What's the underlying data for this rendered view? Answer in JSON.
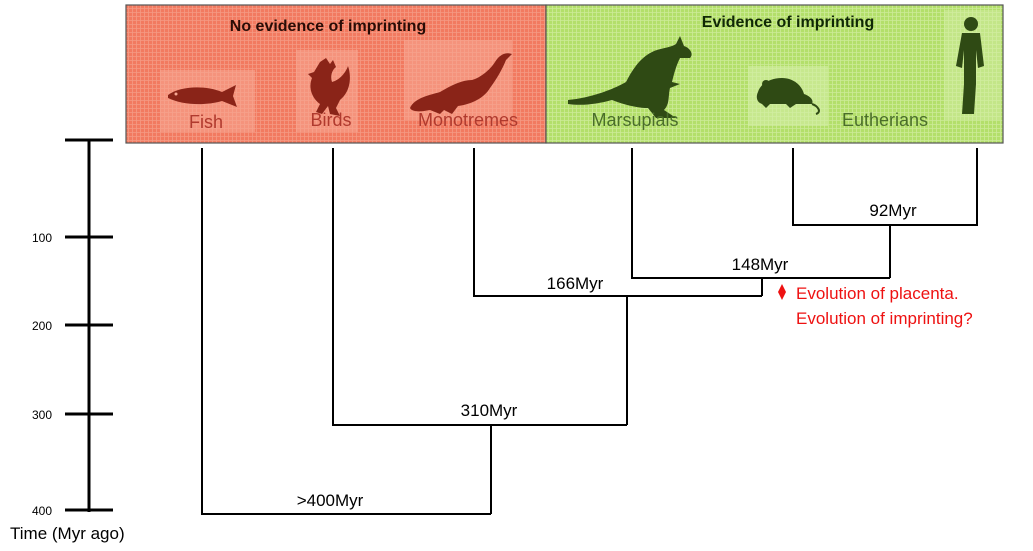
{
  "groups": {
    "no_imprinting": {
      "title": "No evidence of imprinting",
      "color": "#f2765c"
    },
    "imprinting": {
      "title": "Evidence of imprinting",
      "color": "#b5e16a"
    }
  },
  "taxa": {
    "fish": {
      "label": "Fish",
      "icon": "fish-icon"
    },
    "birds": {
      "label": "Birds",
      "icon": "rooster-icon"
    },
    "monotremes": {
      "label": "Monotremes",
      "icon": "platypus-icon"
    },
    "marsupials": {
      "label": "Marsupials",
      "icon": "kangaroo-icon"
    },
    "eutherians": {
      "label": "Eutherians",
      "icons": [
        "mouse-icon",
        "human-icon"
      ]
    }
  },
  "nodes": {
    "n92": {
      "label": "92Myr",
      "time": 92
    },
    "n148": {
      "label": "148Myr",
      "time": 148
    },
    "n166": {
      "label": "166Myr",
      "time": 166
    },
    "n310": {
      "label": "310Myr",
      "time": 310
    },
    "n400": {
      "label": ">400Myr",
      "time": 400
    }
  },
  "axis": {
    "title": "Time (Myr ago)",
    "ticks": [
      {
        "value": 100,
        "label": "100"
      },
      {
        "value": 200,
        "label": "200"
      },
      {
        "value": 300,
        "label": "300"
      },
      {
        "value": 400,
        "label": "400"
      }
    ]
  },
  "annotation": {
    "line1": "Evolution of placenta.",
    "line2": "Evolution of imprinting?",
    "color": "#ee1111",
    "marker": "diamond-marker"
  },
  "colors": {
    "tree": "#000000",
    "label_text": "#b03a2e",
    "label_text_green": "#4a6e2a",
    "silhouette_red": "#8a2418",
    "silhouette_green": "#2f4a14"
  }
}
